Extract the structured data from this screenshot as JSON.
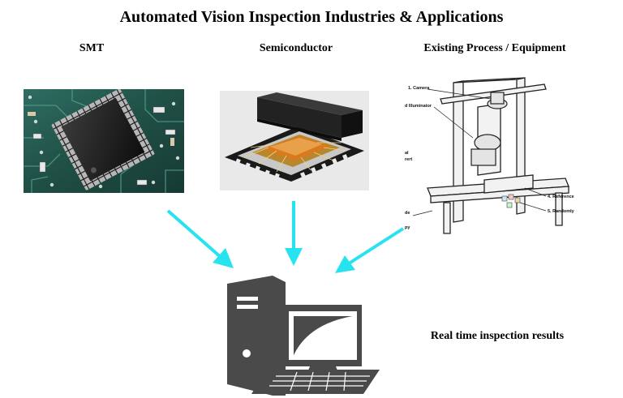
{
  "title": "Automated Vision Inspection Industries & Applications",
  "categories": {
    "smt": "SMT",
    "semiconductor": "Semiconductor",
    "equipment": "Existing Process / Equipment"
  },
  "equipment_callouts": {
    "camera": "1. Camera",
    "illuminator": "d Illuminator",
    "side_a": "al",
    "side_b": "rert",
    "reference": "4. Reference",
    "randomly": "5. Randomly",
    "left_a": "de",
    "left_b": "py"
  },
  "output": "Real time inspection results",
  "colors": {
    "arrow": "#27e3f0",
    "computer": "#4a4a4a",
    "pcb": "#1f4f45",
    "chip": "#1c1c1c",
    "die": "#d97a1e"
  },
  "icons": {
    "computer": "desktop-computer-icon",
    "arrow": "arrow-down-icon"
  }
}
